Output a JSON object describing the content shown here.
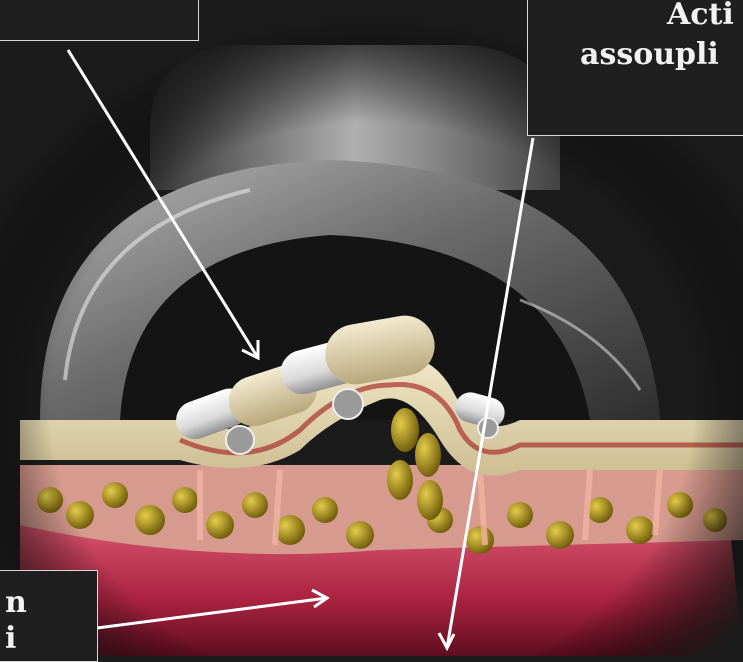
{
  "labels": {
    "top_right": {
      "line1": "Acti",
      "line2": "assoupli"
    },
    "bottom_left": {
      "line1": "n",
      "line2": "i"
    }
  },
  "colors": {
    "background": "#1b1b1b",
    "label_border": "#d8d8d8",
    "arrow": "#ffffff",
    "skin_beige": "#e8dcba",
    "fat_yellow": "#b89a1c",
    "tissue_pink": "#c23a58"
  }
}
